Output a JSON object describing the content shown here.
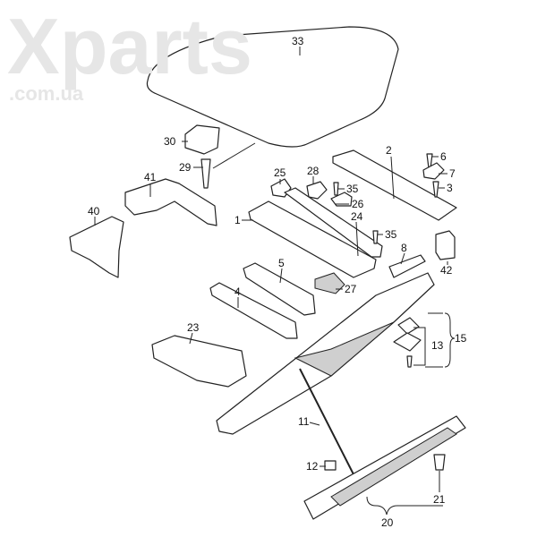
{
  "diagram": {
    "watermark": "Xparts",
    "watermark_domain": ".com.ua",
    "labels": {
      "p33": "33",
      "p30": "30",
      "p29": "29",
      "p41": "41",
      "p40": "40",
      "p25": "25",
      "p28": "28",
      "p2": "2",
      "p6": "6",
      "p7": "7",
      "p3": "3",
      "p35a": "35",
      "p26": "26",
      "p1": "1",
      "p24": "24",
      "p35b": "35",
      "p8": "8",
      "p42": "42",
      "p5": "5",
      "p27": "27",
      "p4": "4",
      "p23": "23",
      "p13": "13",
      "p15": "15",
      "p11": "11",
      "p12": "12",
      "p21": "21",
      "p20": "20"
    }
  }
}
